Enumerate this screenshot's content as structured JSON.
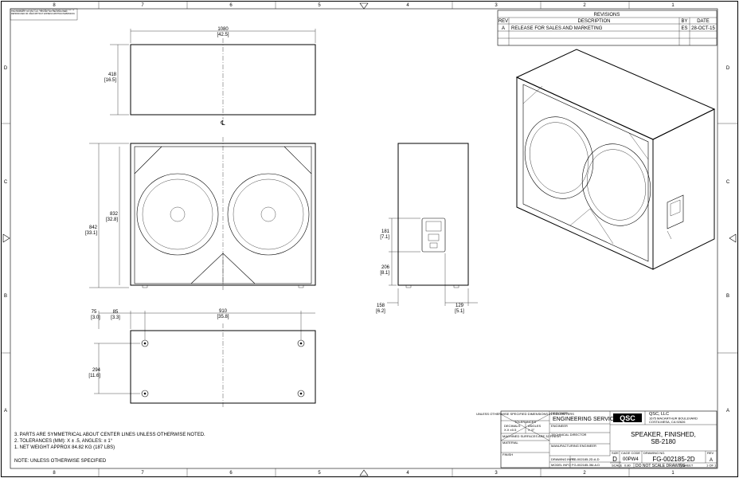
{
  "border": {
    "columns": [
      "8",
      "7",
      "6",
      "5",
      "4",
      "3",
      "2",
      "1"
    ],
    "rows": [
      "D",
      "C",
      "B",
      "A"
    ]
  },
  "proprietary_note": "THIS DOCUMENT CONTAINS PROPRIETARY INFORMATION WHICH IS THE PROPERTY OF QSC, LLC. THIS MAY NOT BE DISCLOSED, REPRODUCED OR USED WITHOUT EXPRESS WRITTEN PERMISSION.",
  "revisions": {
    "title": "REVISIONS",
    "headers": {
      "rev": "REV",
      "description": "DESCRIPTION",
      "by": "BY",
      "date": "DATE"
    },
    "rows": [
      {
        "rev": "A",
        "description": "RELEASE FOR SALES AND MARKETING",
        "by": "ES",
        "date": "28-OCT-15"
      }
    ]
  },
  "dimensions": {
    "top_width": "1080",
    "top_width_in": "[42.5]",
    "top_height": "418",
    "top_height_in": "[16.5]",
    "front_height_outer": "842",
    "front_height_outer_in": "[33.1]",
    "front_height_inner": "832",
    "front_height_inner_in": "[32.8]",
    "side_upper": "181",
    "side_upper_in": "[7.1]",
    "side_lower": "206",
    "side_lower_in": "[8.1]",
    "side_left": "158",
    "side_left_in": "[6.2]",
    "side_right": "129",
    "side_right_in": "[5.1]",
    "bottom_a": "75",
    "bottom_a_in": "[3.0]",
    "bottom_b": "85",
    "bottom_b_in": "[3.3]",
    "bottom_c": "910",
    "bottom_c_in": "[35.8]",
    "bottom_d": "294",
    "bottom_d_in": "[11.6]"
  },
  "centerline_symbol": "℄",
  "notes": {
    "items": [
      "3. PARTS ARE SYMMETRICAL ABOUT CENTER LINES UNLESS OTHERWISE NOTED.",
      "2. TOLERANCES (MM): X ± .5, ANGLES: ± 1°",
      "1. NET WEIGHT APPROX 84.82 KG (187 LBS)"
    ],
    "footer": "NOTE:  UNLESS OTHERWISE SPECIFIED"
  },
  "title_block": {
    "unless_note": "UNLESS OTHERWISE SPECIFIED DIMENSIONS IN MILLIMETERS",
    "tolerances_label": "TOLERANCES",
    "tolerance_cells": [
      "DECIMALS",
      "ANGLES",
      "X.X  ±0.5",
      "± .5°"
    ],
    "surface_note": "MACHINED SURFACES ARE 32 FINISH",
    "material_label": "MATERIAL",
    "finish_label": "FINISH",
    "designer_label": "DESIGNER",
    "designer_value": "ENGINEERING SERVICES",
    "engineer_label": "ENGINEER",
    "tech_director_label": "TECHNICAL DIRECTOR",
    "mfg_engineer_label": "MANUFACTURING ENGINEER",
    "drawing_info_label": "DRAWING INFO",
    "drawing_info_value": "FG-002185-2D.A.D",
    "model_info_label": "MODEL INFO",
    "model_info_value": "FG-002185-3M-A.D",
    "logo": "QSC",
    "company_name": "QSC, LLC",
    "company_address1": "1675 MACARTHUR BOULEVARD",
    "company_address2": "COSTA MESA, CA  92626",
    "title": "SPEAKER, FINISHED,",
    "subtitle": "SB-2180",
    "size_label": "SIZE",
    "size_value": "D",
    "cage_label": "CAGE CODE",
    "cage_value": "00PW4",
    "drawing_no_label": "DRAWING NO.",
    "drawing_no_value": "FG-002185-2D",
    "rev_label": "REV",
    "rev_value": "A",
    "scale_label": "SCALE",
    "scale_value": "0.80",
    "do_not_scale": "DO NOT SCALE DRAWING",
    "sheet_label": "SHEET",
    "sheet_value": "1 OF 1"
  }
}
